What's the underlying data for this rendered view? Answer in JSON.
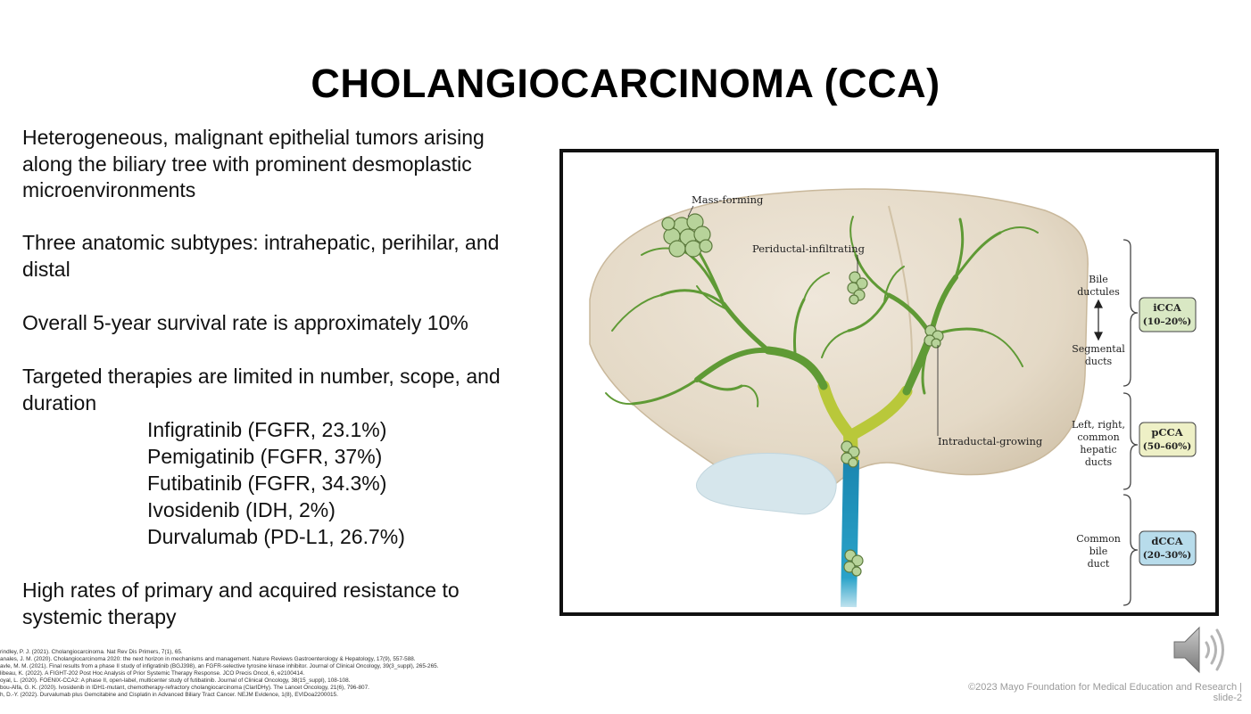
{
  "slide": {
    "title": "CHOLANGIOCARCINOMA (CCA)",
    "bullets": [
      {
        "lines": [
          "Heterogeneous, malignant epithelial tumors arising",
          "along the biliary tree with prominent desmoplastic",
          "microenvironments"
        ]
      },
      {
        "lines": [
          "Three anatomic subtypes: intrahepatic, perihilar, and",
          "distal"
        ]
      },
      {
        "lines": [
          "Overall 5-year survival rate is approximately 10%"
        ]
      },
      {
        "lines": [
          "Targeted therapies are limited in number, scope, and",
          "duration"
        ]
      },
      {
        "lines": [
          "High rates of primary and acquired resistance to",
          "systemic therapy"
        ]
      }
    ],
    "therapies": [
      "Infigratinib (FGFR, 23.1%)",
      "Pemigatinib (FGFR, 37%)",
      "Futibatinib (FGFR, 34.3%)",
      "Ivosidenib (IDH, 2%)",
      "Durvalumab (PD-L1, 26.7%)"
    ],
    "references": [
      "rindley, P. J. (2021). Cholangiocarcinoma. Nat Rev Dis Primers, 7(1), 65.",
      "anales, J. M. (2020). Cholangiocarcinoma 2020: the next horizon in mechanisms and management. Nature Reviews Gastroenterology & Hepatology, 17(9), 557-588.",
      "avle, M. M. (2021). Final results from a phase II study of infigratinib (BGJ398), an FGFR-selective tyrosine kinase inhibitor. Journal of Clinical Oncology, 39(3_suppl), 265-265.",
      "libeau, K. (2022). A FIGHT-202 Post Hoc Analysis of Prior Systemic Therapy Response. JCO Precis Oncol, 6, e2100414.",
      "oyal, L. (2020). FOENIX-CCA2: A phase II, open-label, multicenter study of futibatinib. Journal of Clinical Oncology, 38(15_suppl), 108-108.",
      "bou-Alfa, G. K. (2020). Ivosidenib in IDH1-mutant, chemotherapy-refractory cholangiocarcinoma (ClarIDHy). The Lancet Oncology, 21(6), 796-807.",
      "h, D.-Y. (2022). Durvalumab plus Gemcitabine and Cisplatin in Advanced Biliary Tract Cancer. NEJM Evidence, 1(8), EVIDoa2200015."
    ],
    "footer": "©2023 Mayo Foundation for Medical Education and Research  |  slide-2"
  },
  "figure": {
    "labels": {
      "mass_forming": "Mass-forming",
      "periductal": "Periductal-infiltrating",
      "intraductal": "Intraductal-growing",
      "bile_ductules": [
        "Bile",
        "ductules"
      ],
      "segmental_ducts": [
        "Segmental",
        "ducts"
      ],
      "hepatic_ducts": [
        "Left, right,",
        "common",
        "hepatic",
        "ducts"
      ],
      "common_bile_duct": [
        "Common",
        "bile",
        "duct"
      ]
    },
    "subtypes": [
      {
        "name": "iCCA",
        "range": "(10–20%)",
        "color": "#d9e8c4"
      },
      {
        "name": "pCCA",
        "range": "(50–60%)",
        "color": "#eef0c6"
      },
      {
        "name": "dCCA",
        "range": "(20–30%)",
        "color": "#b8dceb"
      }
    ],
    "colors": {
      "liver": "#e6dccb",
      "duct_green": "#5f9a35",
      "duct_yellow": "#b9c83a",
      "duct_blue": "#1b8fb5",
      "gallbladder": "#d6e6ec",
      "tumor": "#b7d39a"
    }
  },
  "icons": {
    "speaker": "speaker-volume-icon"
  }
}
